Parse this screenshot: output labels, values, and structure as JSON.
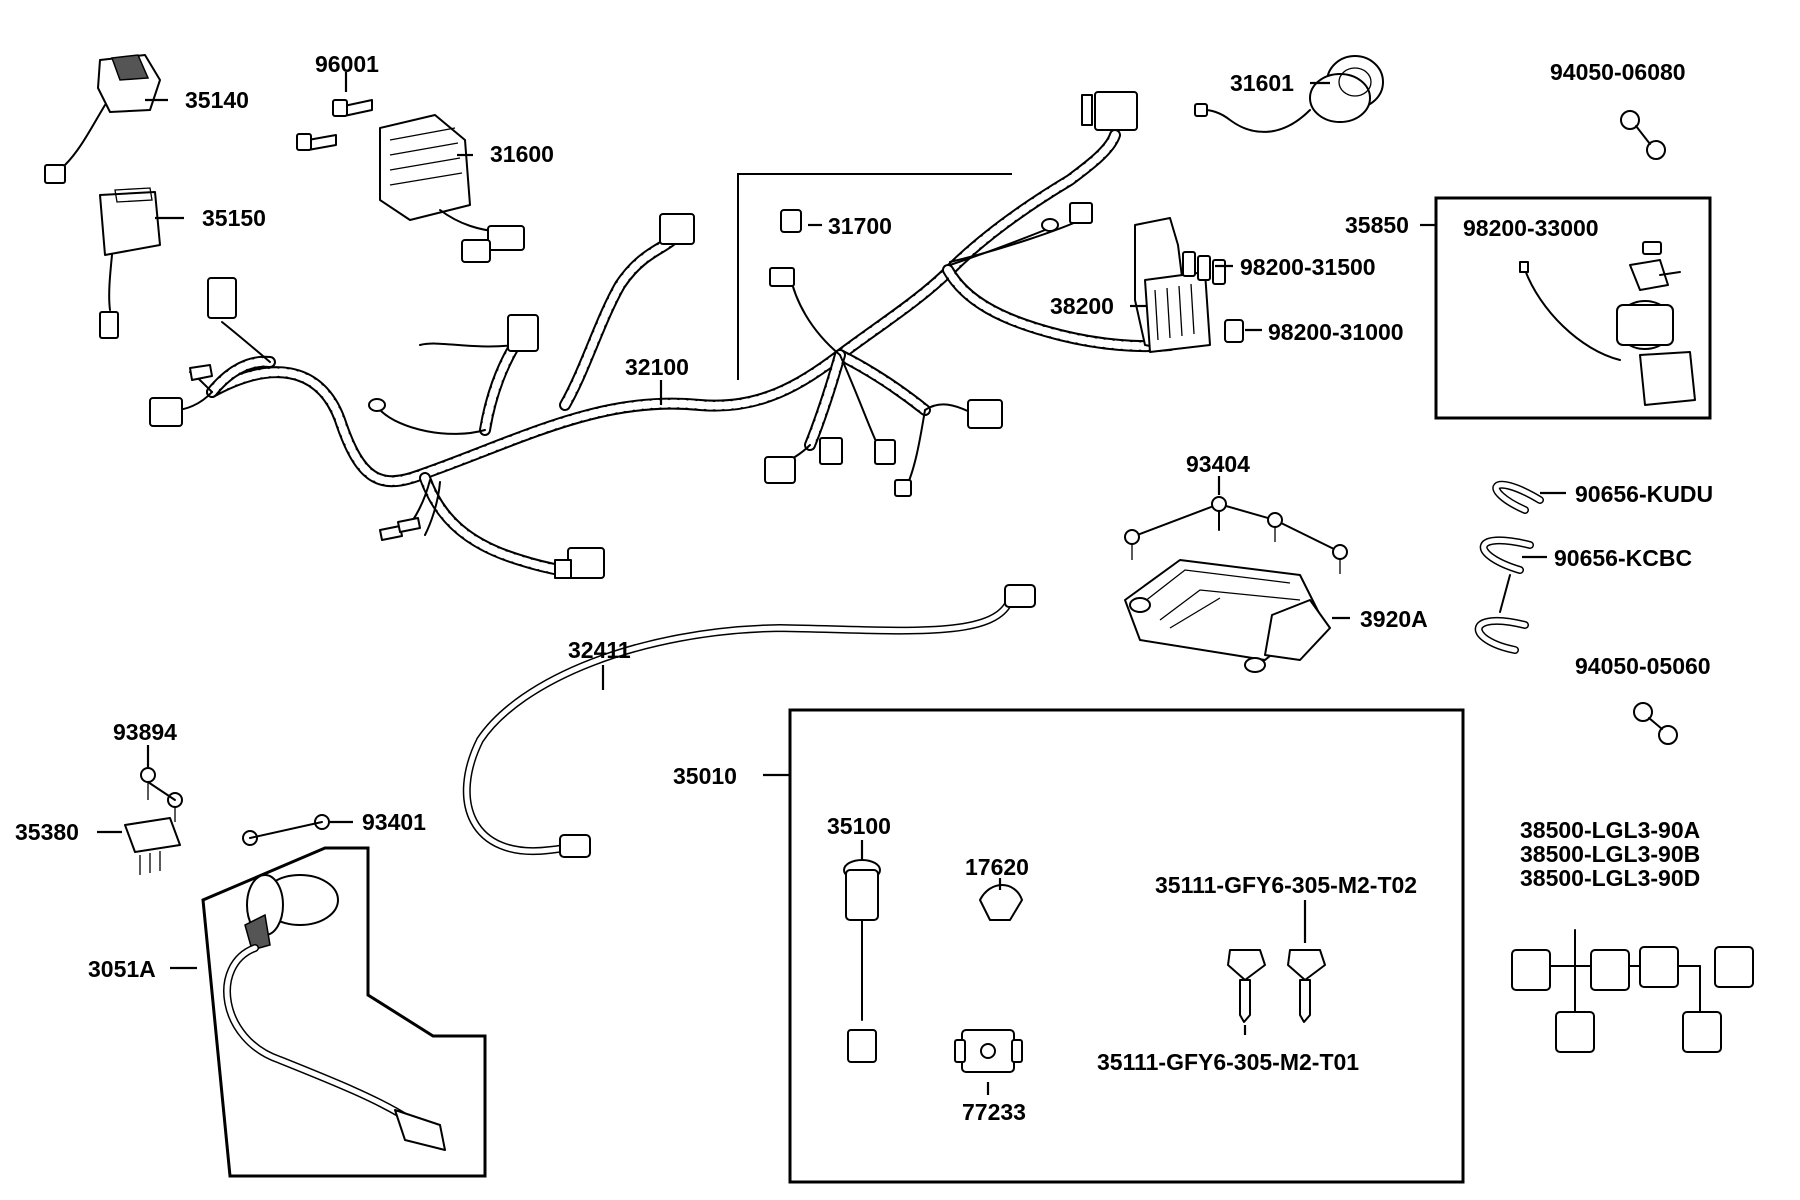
{
  "parts": [
    {
      "id": "p35140",
      "label": "35140"
    },
    {
      "id": "p96001",
      "label": "96001"
    },
    {
      "id": "p31600",
      "label": "31600"
    },
    {
      "id": "p35150",
      "label": "35150"
    },
    {
      "id": "p31601",
      "label": "31601"
    },
    {
      "id": "p94050_06080",
      "label": "94050-06080"
    },
    {
      "id": "p31700",
      "label": "31700"
    },
    {
      "id": "p35850",
      "label": "35850"
    },
    {
      "id": "p98200_33000",
      "label": "98200-33000"
    },
    {
      "id": "p98200_31500",
      "label": "98200-31500"
    },
    {
      "id": "p38200",
      "label": "38200"
    },
    {
      "id": "p98200_31000",
      "label": "98200-31000"
    },
    {
      "id": "p32100",
      "label": "32100"
    },
    {
      "id": "p93404",
      "label": "93404"
    },
    {
      "id": "p90656_kudu",
      "label": "90656-KUDU"
    },
    {
      "id": "p90656_kcbc",
      "label": "90656-KCBC"
    },
    {
      "id": "p3920a",
      "label": "3920A"
    },
    {
      "id": "p32411",
      "label": "32411"
    },
    {
      "id": "p94050_05060",
      "label": "94050-05060"
    },
    {
      "id": "p93894",
      "label": "93894"
    },
    {
      "id": "p35010",
      "label": "35010"
    },
    {
      "id": "p35380",
      "label": "35380"
    },
    {
      "id": "p93401",
      "label": "93401"
    },
    {
      "id": "p35100",
      "label": "35100"
    },
    {
      "id": "p17620",
      "label": "17620"
    },
    {
      "id": "p35111_t02",
      "label": "35111-GFY6-305-M2-T02"
    },
    {
      "id": "p38500_90a",
      "label": "38500-LGL3-90A"
    },
    {
      "id": "p38500_90b",
      "label": "38500-LGL3-90B"
    },
    {
      "id": "p38500_90d",
      "label": "38500-LGL3-90D"
    },
    {
      "id": "p3051a",
      "label": "3051A"
    },
    {
      "id": "p35111_t01",
      "label": "35111-GFY6-305-M2-T01"
    },
    {
      "id": "p77233",
      "label": "77233"
    }
  ]
}
